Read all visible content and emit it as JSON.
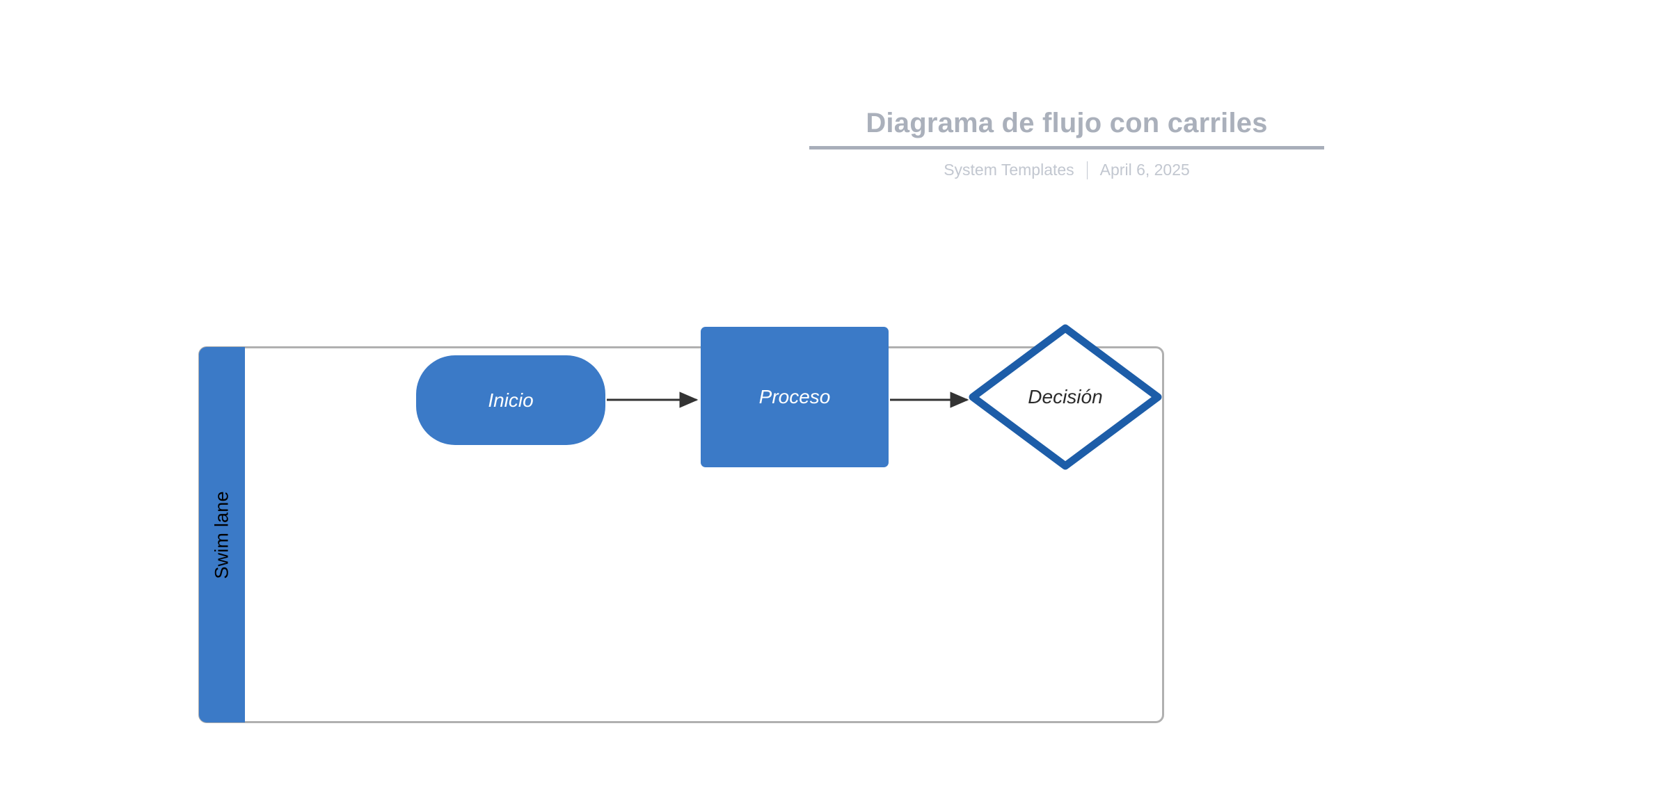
{
  "header": {
    "title": "Diagrama de flujo con carriles",
    "source": "System Templates",
    "separator": "|",
    "date": "April 6, 2025"
  },
  "diagram": {
    "type": "swimlane-flowchart",
    "lanes": [
      {
        "label": "Swim lane",
        "header_color": "#3b7ac7",
        "border_color": "#b0b0b0"
      }
    ],
    "nodes": [
      {
        "id": "inicio",
        "label": "Inicio",
        "shape": "rounded-terminator",
        "fill": "#3b7ac7",
        "text_color": "#ffffff"
      },
      {
        "id": "proceso",
        "label": "Proceso",
        "shape": "rectangle",
        "fill": "#3b7ac7",
        "text_color": "#ffffff"
      },
      {
        "id": "decision",
        "label": "Decisión",
        "shape": "diamond",
        "fill": "#ffffff",
        "stroke": "#1d5da8",
        "text_color": "#2b2b2b"
      }
    ],
    "edges": [
      {
        "from": "inicio",
        "to": "proceso",
        "style": "solid-arrow",
        "color": "#333333"
      },
      {
        "from": "proceso",
        "to": "decision",
        "style": "solid-arrow",
        "color": "#333333"
      }
    ]
  },
  "colors": {
    "accent_blue": "#3b7ac7",
    "decision_stroke": "#1d5da8",
    "lane_border": "#b0b0b0",
    "title_gray": "#aab0bb",
    "subtitle_gray": "#c2c7d0",
    "connector": "#333333",
    "background": "#ffffff"
  }
}
